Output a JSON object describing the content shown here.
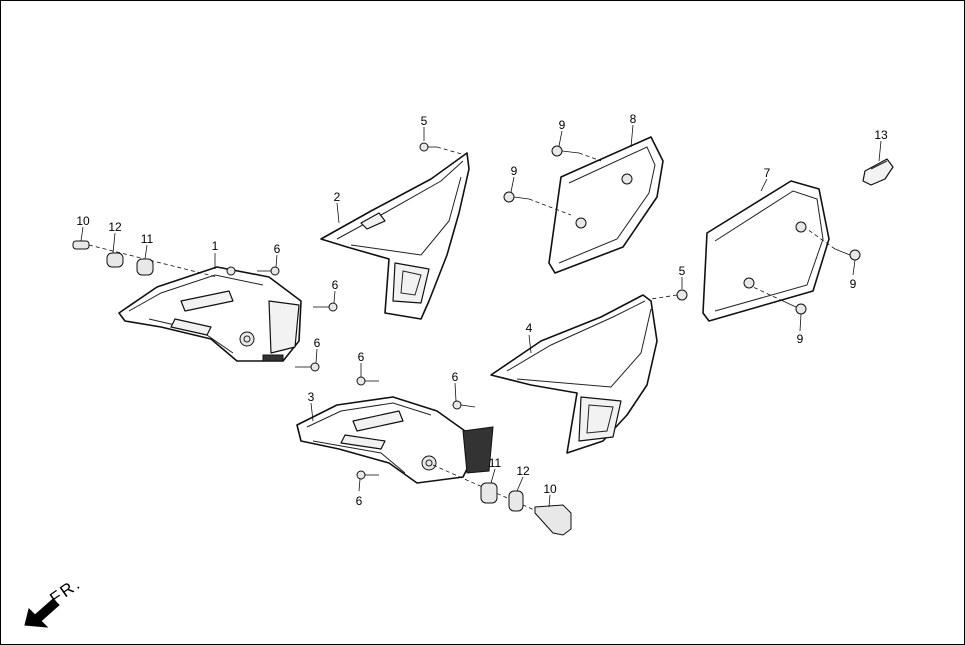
{
  "callouts": {
    "c1": "1",
    "c2": "2",
    "c3": "3",
    "c4": "4",
    "c5a": "5",
    "c5b": "5",
    "c6a": "6",
    "c6b": "6",
    "c6c": "6",
    "c6d": "6",
    "c6e": "6",
    "c6f": "6",
    "c7": "7",
    "c8": "8",
    "c9a": "9",
    "c9b": "9",
    "c9c": "9",
    "c9d": "9",
    "c10a": "10",
    "c10b": "10",
    "c11a": "11",
    "c11b": "11",
    "c12a": "12",
    "c12b": "12",
    "c13": "13"
  },
  "direction": {
    "label": "FR."
  }
}
